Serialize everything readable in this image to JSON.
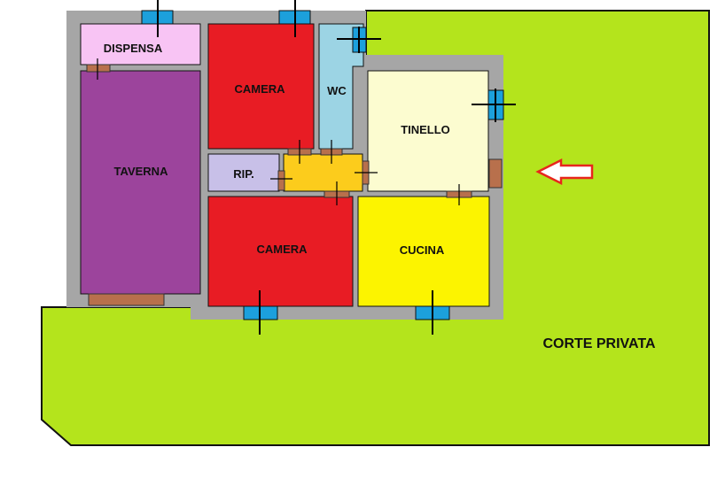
{
  "rooms": {
    "dispensa": {
      "label": "DISPENSA",
      "color": "#f8c4f4"
    },
    "taverna": {
      "label": "TAVERNA",
      "color": "#9c449c"
    },
    "camera_top": {
      "label": "CAMERA",
      "color": "#e81c24"
    },
    "wc": {
      "label": "WC",
      "color": "#9cd4e4"
    },
    "tinello": {
      "label": "TINELLO",
      "color": "#fcfcd0"
    },
    "rip": {
      "label": "RIP.",
      "color": "#c8c0e8"
    },
    "corridor": {
      "label": "",
      "color": "#fccc1c"
    },
    "camera_bottom": {
      "label": "CAMERA",
      "color": "#e81c24"
    },
    "cucina": {
      "label": "CUCINA",
      "color": "#fcf400"
    }
  },
  "outdoor": {
    "label": "CORTE PRIVATA",
    "color": "#b4e41c"
  },
  "colors": {
    "wall": "#a6a6a6",
    "door": "#b8704c",
    "window": "#1ca0dc",
    "arrow": "#e8261c"
  }
}
